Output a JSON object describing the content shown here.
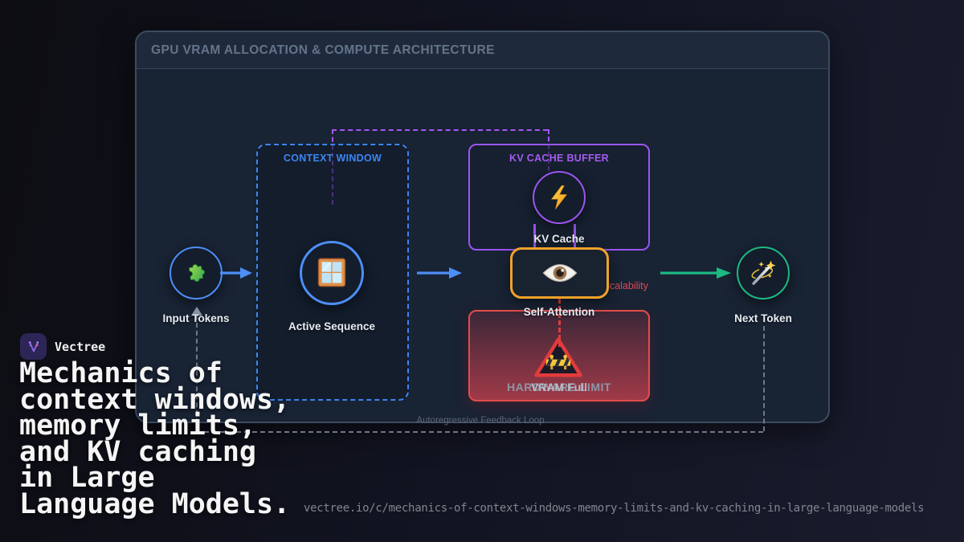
{
  "panel": {
    "title": "GPU VRAM ALLOCATION & COMPUTE ARCHITECTURE"
  },
  "containers": {
    "context_window": {
      "label": "CONTEXT WINDOW",
      "color": "#3d85f0"
    },
    "kv_cache_buffer": {
      "label": "KV CACHE BUFFER",
      "color": "#a55bf2"
    },
    "hardware_limit": {
      "label": "HARDWARE LIMIT",
      "overlay_label": "VRAM Full",
      "color": "#e34c4c"
    }
  },
  "nodes": {
    "input_tokens": {
      "label": "Input Tokens",
      "icon": "puzzle-icon",
      "color": "#4d8ef7"
    },
    "active_sequence": {
      "label": "Active Sequence",
      "icon": "window-icon",
      "color": "#4d8ef7"
    },
    "kv_cache": {
      "label": "KV Cache",
      "icon": "lightning-icon",
      "color": "#9b55f0"
    },
    "self_attention": {
      "label": "Self-Attention",
      "icon": "eye-icon",
      "color": "#f0a22a"
    },
    "next_token": {
      "label": "Next Token",
      "icon": "wand-icon",
      "color": "#1cb981"
    }
  },
  "annotations": {
    "memory_scalability": "Memory Scalability",
    "feedback_loop": "Autoregressive Feedback Loop"
  },
  "brand": {
    "name": "Vectree"
  },
  "headline": {
    "lines": [
      "Mechanics of",
      "context windows,",
      "memory limits,",
      "and KV caching",
      "in Large",
      "Language Models."
    ]
  },
  "footer": {
    "url": "vectree.io/c/mechanics-of-context-windows-memory-limits-and-kv-caching-in-large-language-models"
  },
  "colors": {
    "background_left": "#0d0d13",
    "background_right": "#1a1c2e",
    "panel_bg": "#182334",
    "panel_border": "#3c4b5f",
    "panel_title": "#64748b",
    "blue": "#4d8ef7",
    "purple": "#9b55f0",
    "orange": "#f0a22a",
    "red": "#e34c4c",
    "green": "#1cb981",
    "gray_dash": "#6f7887",
    "memory_note": "#dc4b57",
    "headline_text": "#f5f5f5",
    "url_text": "#80858f"
  }
}
